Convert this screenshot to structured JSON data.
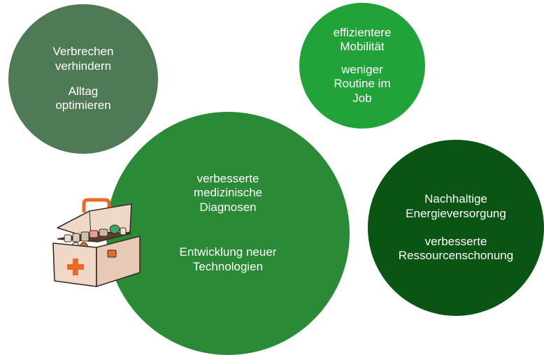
{
  "bubbles": {
    "top_left": {
      "group1": [
        "Verbrechen",
        "verhindern"
      ],
      "group2": [
        "Alltag",
        "optimieren"
      ],
      "color": "#4f7a56"
    },
    "top_middle": {
      "group1": [
        "effizientere",
        "Mobilität"
      ],
      "group2": [
        "weniger",
        "Routine im",
        "Job"
      ],
      "color": "#22a33a"
    },
    "center": {
      "group1": [
        "verbesserte",
        "medizinische",
        "Diagnosen"
      ],
      "group2": [
        "Entwicklung neuer",
        "Technologien"
      ],
      "color": "#2a8a36"
    },
    "right": {
      "group1": [
        "Nachhaltige",
        "Energieversorgung"
      ],
      "group2": [
        "verbesserte",
        "Ressourcenschonung"
      ],
      "color": "#0a5514"
    }
  },
  "illustration": {
    "icon": "medical-kit-icon"
  }
}
